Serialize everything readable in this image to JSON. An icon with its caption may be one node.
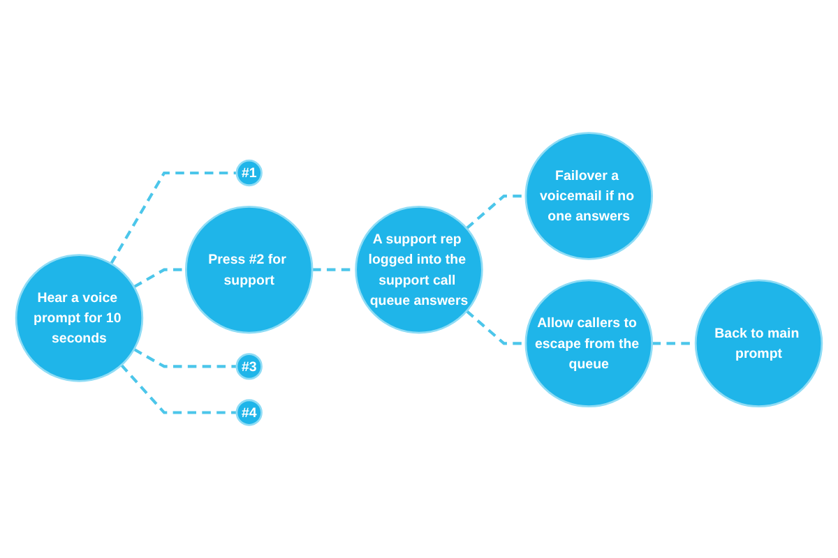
{
  "diagram": {
    "nodes": [
      {
        "text": [
          "Hear a voice prompt for 10 seconds"
        ]
      },
      {
        "text": [
          "#1"
        ]
      },
      {
        "text": [
          "Press #2 for support"
        ]
      },
      {
        "text": [
          "#3"
        ]
      },
      {
        "text": [
          "#4"
        ]
      },
      {
        "text": [
          "A support rep logged into the support call queue answers"
        ]
      },
      {
        "text": [
          "Failover a voicemail if no one answers"
        ]
      },
      {
        "text": [
          "Allow callers to escape from the queue"
        ]
      },
      {
        "text": [
          "Back to main prompt"
        ]
      }
    ],
    "edges": [
      {
        "from": 0,
        "to": 1,
        "arrow": "none",
        "style": "dashed"
      },
      {
        "from": 0,
        "to": 2,
        "arrow": "none",
        "style": "dashed"
      },
      {
        "from": 0,
        "to": 3,
        "arrow": "none",
        "style": "dashed"
      },
      {
        "from": 0,
        "to": 4,
        "arrow": "none",
        "style": "dashed"
      },
      {
        "from": 2,
        "to": 5,
        "arrow": "none",
        "style": "dashed"
      },
      {
        "from": 5,
        "to": 6,
        "arrow": "none",
        "style": "dashed"
      },
      {
        "from": 5,
        "to": 7,
        "arrow": "none",
        "style": "dashed"
      },
      {
        "from": 7,
        "to": 8,
        "arrow": "none",
        "style": "dashed"
      }
    ]
  }
}
